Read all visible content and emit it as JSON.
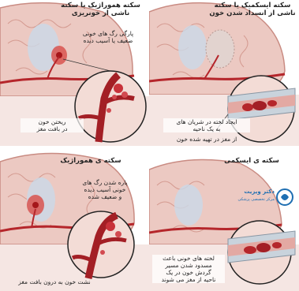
{
  "panels": {
    "top_left": {
      "title": "سکته هموراژیک یا سکته\nناشی از خونریزی",
      "label_vessel": "پارگی رگ های خونی\nضعیف یا آسیب دیده",
      "label_leak": "ریختن خون\nدر بافت مغز"
    },
    "top_right": {
      "title": "سکته ایسکمیک یا سکته\nناشی از انسداد شدن خون",
      "label_clot": "ایجاد لخته در شریان های\nبه یک ناحیه",
      "label_block": "از مغز در تهیه شده خون"
    },
    "bottom_left": {
      "title": "سکته ی هموراژیک",
      "label_vessel": "پاره شدن رگ های\nخونی آسیب دیده\nو ضعیف شده",
      "label_leak": "نشت خون به درون بافت مغز"
    },
    "bottom_right": {
      "title": "سکته ی ایسکمی",
      "logo_text": "دکتر ویزیت",
      "logo_sub": "مرکز تخصصی پزشکی",
      "label_clot": "لخته های خونی باعث\nمسدود شدن مسیر\nگردش خون در یک\nناحیه از مغز می شوند"
    }
  },
  "colors": {
    "brain_tissue": "#e8c3bd",
    "brain_outline": "#c98b82",
    "artery": "#b5262b",
    "ventricle": "#c8d8e8",
    "blood_spot": "#d9534f",
    "vessel_wall": "#c9d3dc",
    "logo": "#1f6fb2"
  }
}
